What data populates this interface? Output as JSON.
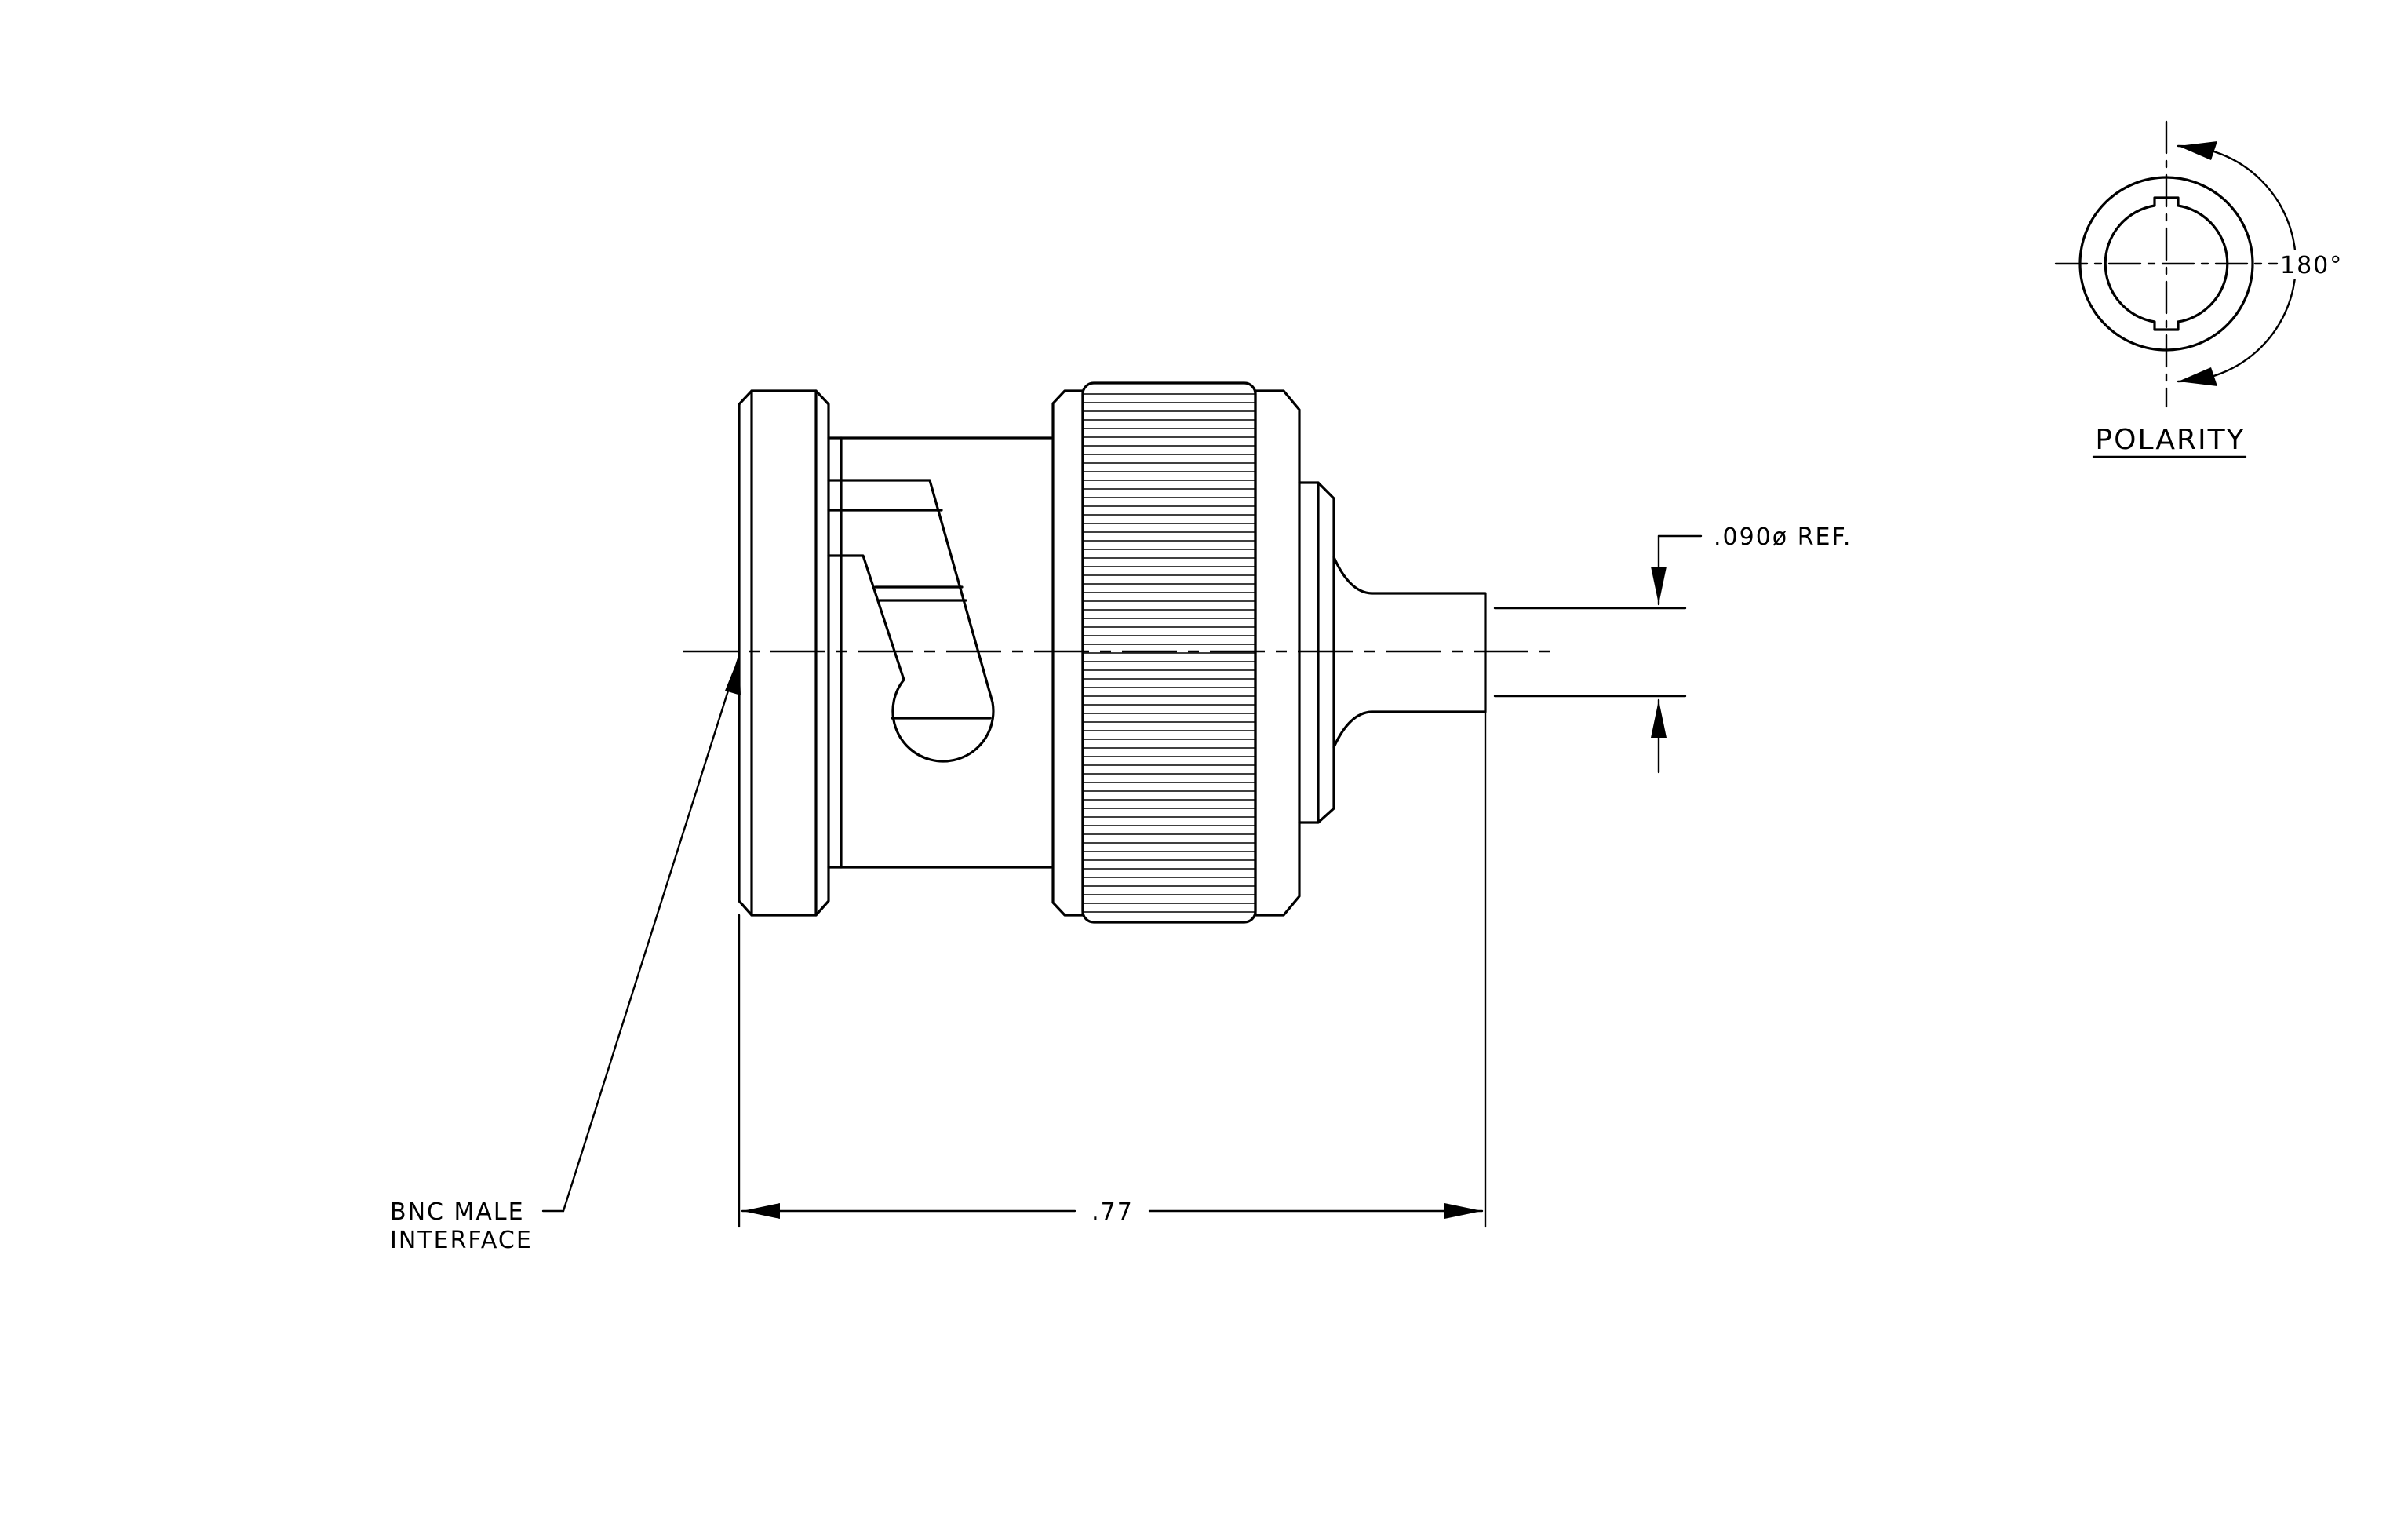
{
  "labels": {
    "dimension_diameter": ".090ø REF.",
    "dimension_length": ".77",
    "interface_line1": "BNC MALE",
    "interface_line2": "INTERFACE",
    "polarity_angle": "180°",
    "polarity_title": "POLARITY"
  },
  "colors": {
    "line": "#000000",
    "background": "#ffffff"
  }
}
